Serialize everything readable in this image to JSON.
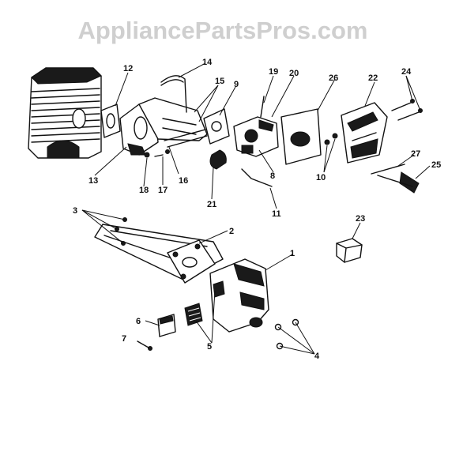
{
  "watermark": "AppliancePartsPros.com",
  "callouts": [
    {
      "id": "1",
      "label": "1"
    },
    {
      "id": "2",
      "label": "2"
    },
    {
      "id": "3",
      "label": "3"
    },
    {
      "id": "4",
      "label": "4"
    },
    {
      "id": "5",
      "label": "5"
    },
    {
      "id": "6",
      "label": "6"
    },
    {
      "id": "7",
      "label": "7"
    },
    {
      "id": "8",
      "label": "8"
    },
    {
      "id": "9",
      "label": "9"
    },
    {
      "id": "10",
      "label": "10"
    },
    {
      "id": "11",
      "label": "11"
    },
    {
      "id": "12",
      "label": "12"
    },
    {
      "id": "13",
      "label": "13"
    },
    {
      "id": "14",
      "label": "14"
    },
    {
      "id": "15",
      "label": "15"
    },
    {
      "id": "16",
      "label": "16"
    },
    {
      "id": "17",
      "label": "17"
    },
    {
      "id": "18",
      "label": "18"
    },
    {
      "id": "19",
      "label": "19"
    },
    {
      "id": "20",
      "label": "20"
    },
    {
      "id": "21",
      "label": "21"
    },
    {
      "id": "22",
      "label": "22"
    },
    {
      "id": "23",
      "label": "23"
    },
    {
      "id": "24",
      "label": "24"
    },
    {
      "id": "25",
      "label": "25"
    },
    {
      "id": "26",
      "label": "26"
    },
    {
      "id": "27",
      "label": "27"
    }
  ]
}
